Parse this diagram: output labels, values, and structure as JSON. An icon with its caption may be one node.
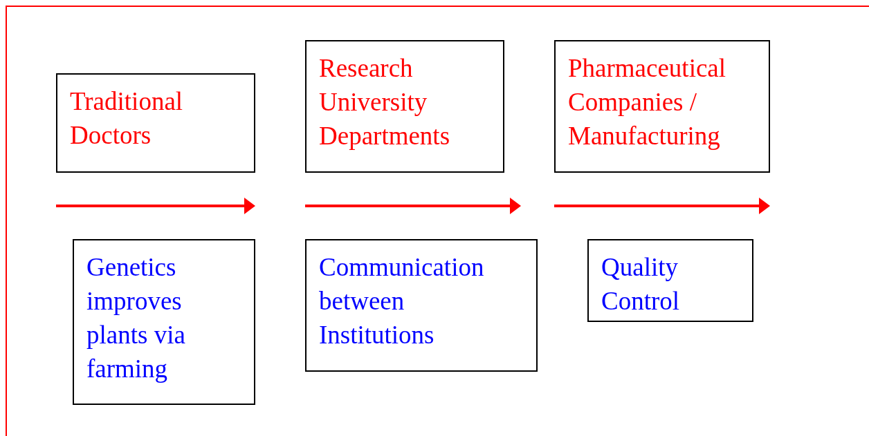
{
  "diagram": {
    "nodes": [
      {
        "text": [
          "Traditional Doctors"
        ]
      },
      {
        "text": [
          "Research University Departments"
        ]
      },
      {
        "text": [
          "Pharmaceutical Companies / Manufacturing"
        ]
      },
      {
        "text": [
          "Genetics improves plants via farming"
        ]
      },
      {
        "text": [
          "Communication between Institutions"
        ]
      },
      {
        "text": [
          "Quality Control"
        ]
      }
    ]
  }
}
